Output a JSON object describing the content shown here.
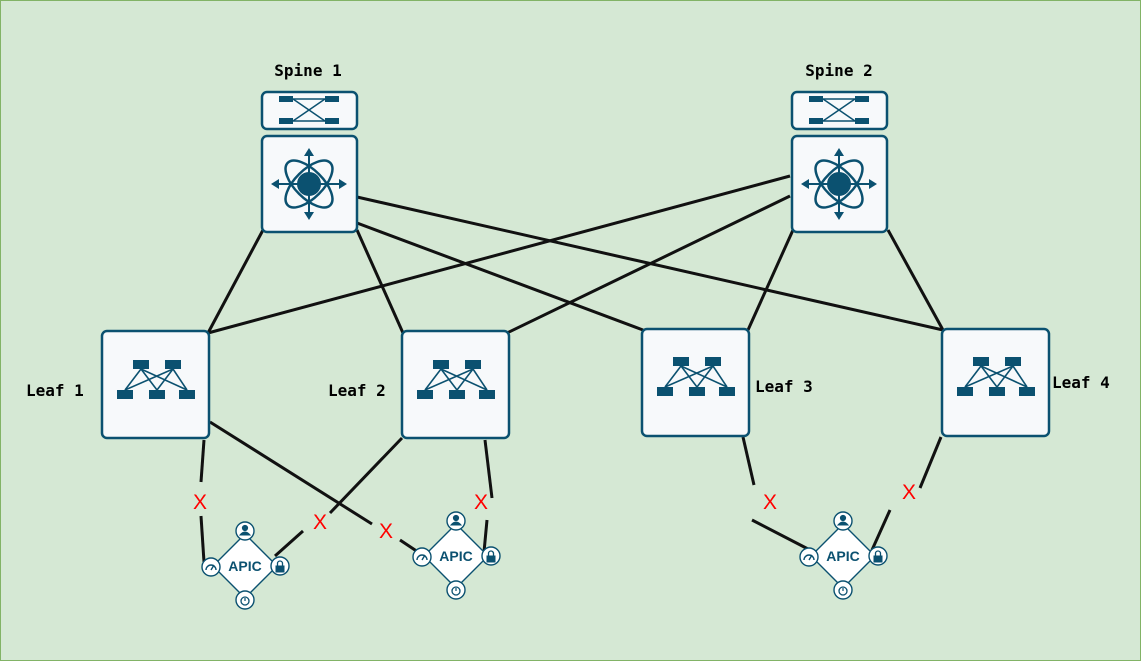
{
  "spines": [
    {
      "label": "Spine 1"
    },
    {
      "label": "Spine 2"
    }
  ],
  "leaves": [
    {
      "label": "Leaf 1"
    },
    {
      "label": "Leaf 2"
    },
    {
      "label": "Leaf 3"
    },
    {
      "label": "Leaf 4"
    }
  ],
  "apics": [
    {
      "label": "APIC"
    },
    {
      "label": "APIC"
    },
    {
      "label": "APIC"
    }
  ],
  "broken_link_marker": "X",
  "colors": {
    "background": "#d5e8d4",
    "border": "#82b366",
    "device_stroke": "#0b5170",
    "link": "#111111",
    "failure_marker": "#ff0000"
  }
}
